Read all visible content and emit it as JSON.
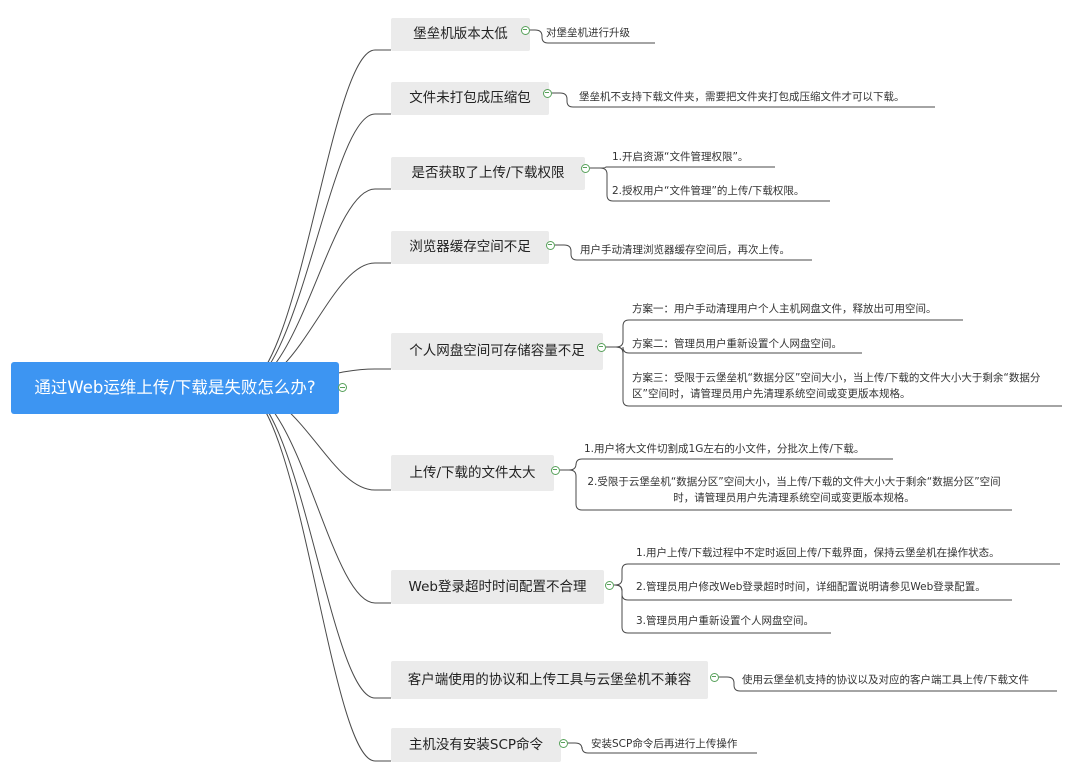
{
  "root": {
    "label": "通过Web运维上传/下载是失败怎么办?"
  },
  "branches": [
    {
      "label": "堡垒机版本太低",
      "children": [
        "对堡垒机进行升级"
      ]
    },
    {
      "label": "文件未打包成压缩包",
      "children": [
        "堡垒机不支持下载文件夹，需要把文件夹打包成压缩文件才可以下载。"
      ]
    },
    {
      "label": "是否获取了上传/下载权限",
      "children": [
        "1.开启资源“文件管理权限”。",
        "2.授权用户“文件管理”的上传/下载权限。"
      ]
    },
    {
      "label": "浏览器缓存空间不足",
      "children": [
        "用户手动清理浏览器缓存空间后，再次上传。"
      ]
    },
    {
      "label": "个人网盘空间可存储容量不足",
      "children": [
        "方案一：用户手动清理用户个人主机网盘文件，释放出可用空间。",
        "方案二：管理员用户重新设置个人网盘空间。",
        "方案三：受限于云堡垒机“数据分区”空间大小，当上传/下载的文件大小大于剩余“数据分区”空间时，请管理员用户先清理系统空间或变更版本规格。"
      ]
    },
    {
      "label": "上传/下载的文件太大",
      "children": [
        "1.用户将大文件切割成1G左右的小文件，分批次上传/下载。",
        "2.受限于云堡垒机“数据分区”空间大小，当上传/下载的文件大小大于剩余“数据分区”空间时，请管理员用户先清理系统空间或变更版本规格。"
      ]
    },
    {
      "label": "Web登录超时时间配置不合理",
      "children": [
        "1.用户上传/下载过程中不定时返回上传/下载界面，保持云堡垒机在操作状态。",
        "2.管理员用户修改Web登录超时时间，详细配置说明请参见Web登录配置。",
        "3.管理员用户重新设置个人网盘空间。"
      ]
    },
    {
      "label": "客户端使用的协议和上传工具与云堡垒机不兼容",
      "children": [
        "使用云堡垒机支持的协议以及对应的客户端工具上传/下载文件"
      ]
    },
    {
      "label": "主机没有安装SCP命令",
      "children": [
        "安装SCP命令后再进行上传操作"
      ]
    }
  ]
}
